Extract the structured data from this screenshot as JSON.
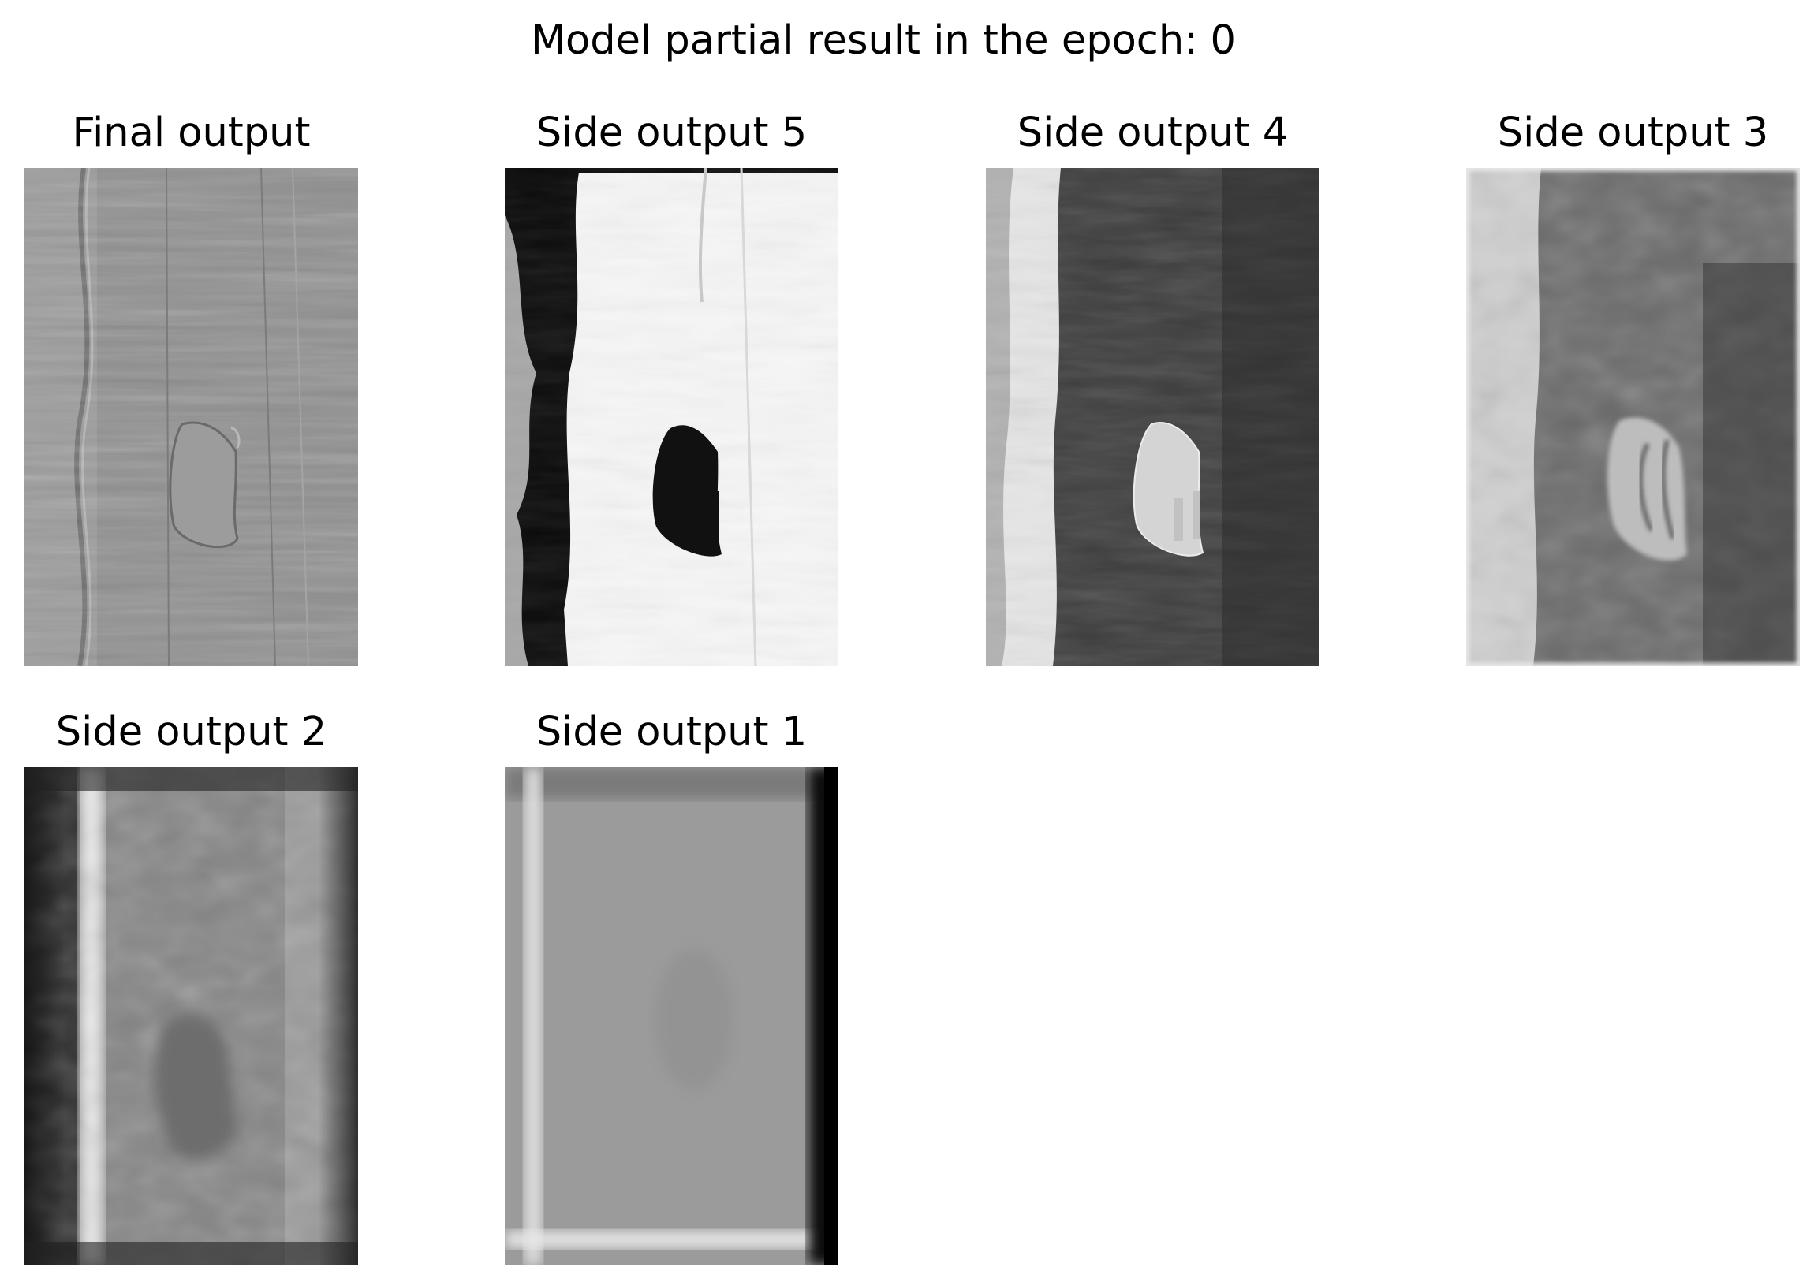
{
  "figure": {
    "title": "Model partial result in the epoch: 0"
  },
  "panels": [
    {
      "title": "Final output"
    },
    {
      "title": "Side output 5"
    },
    {
      "title": "Side output 4"
    },
    {
      "title": "Side output 3"
    },
    {
      "title": "Side output 2"
    },
    {
      "title": "Side output 1"
    }
  ]
}
